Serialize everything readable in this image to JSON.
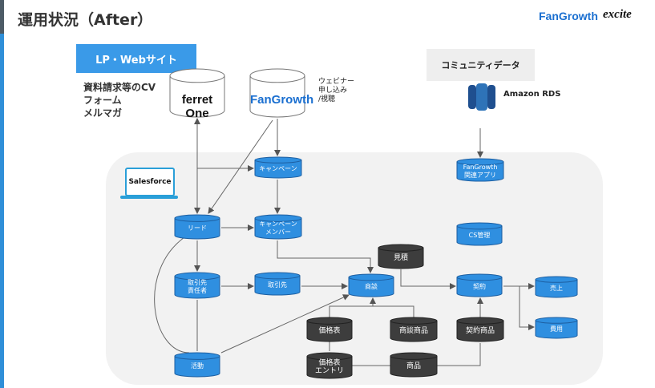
{
  "title": "運用状況（After）",
  "logos": {
    "fangrowth": "FanGrowth",
    "excite": "excite"
  },
  "lp": {
    "label": "LP・Webサイト",
    "desc": [
      "資料請求等のCV",
      "フォーム",
      "メルマガ"
    ]
  },
  "sources": {
    "ferret_one": "ferret One",
    "fangrowth": "FanGrowth",
    "webinar": [
      "ウェビナー",
      "申し込み",
      "/視聴"
    ]
  },
  "community": {
    "label": "コミュニティデータ",
    "db": "Amazon RDS"
  },
  "salesforce": "Salesforce",
  "nodes": {
    "campaign": "キャンペーン",
    "lead": "リード",
    "campaign_member": "キャンペーン\nメンバー",
    "fg_app": "FanGrowth\n関連アプリ",
    "cs": "CS管理",
    "contact": "取引先\n責任者",
    "account": "取引先",
    "opportunity": "商談",
    "contract": "契約",
    "sales": "売上",
    "cost": "費用",
    "activity": "活動",
    "quote": "見積",
    "pricebook": "価格表",
    "opp_product": "商談商品",
    "contract_product": "契約商品",
    "pricebook_entry": "価格表\nエントリ",
    "product": "商品"
  },
  "colors": {
    "blue_node": "#2f8fe0",
    "dark_node": "#3d3d3d",
    "lp": "#3a9ae8",
    "area": "#f2f2f2"
  }
}
